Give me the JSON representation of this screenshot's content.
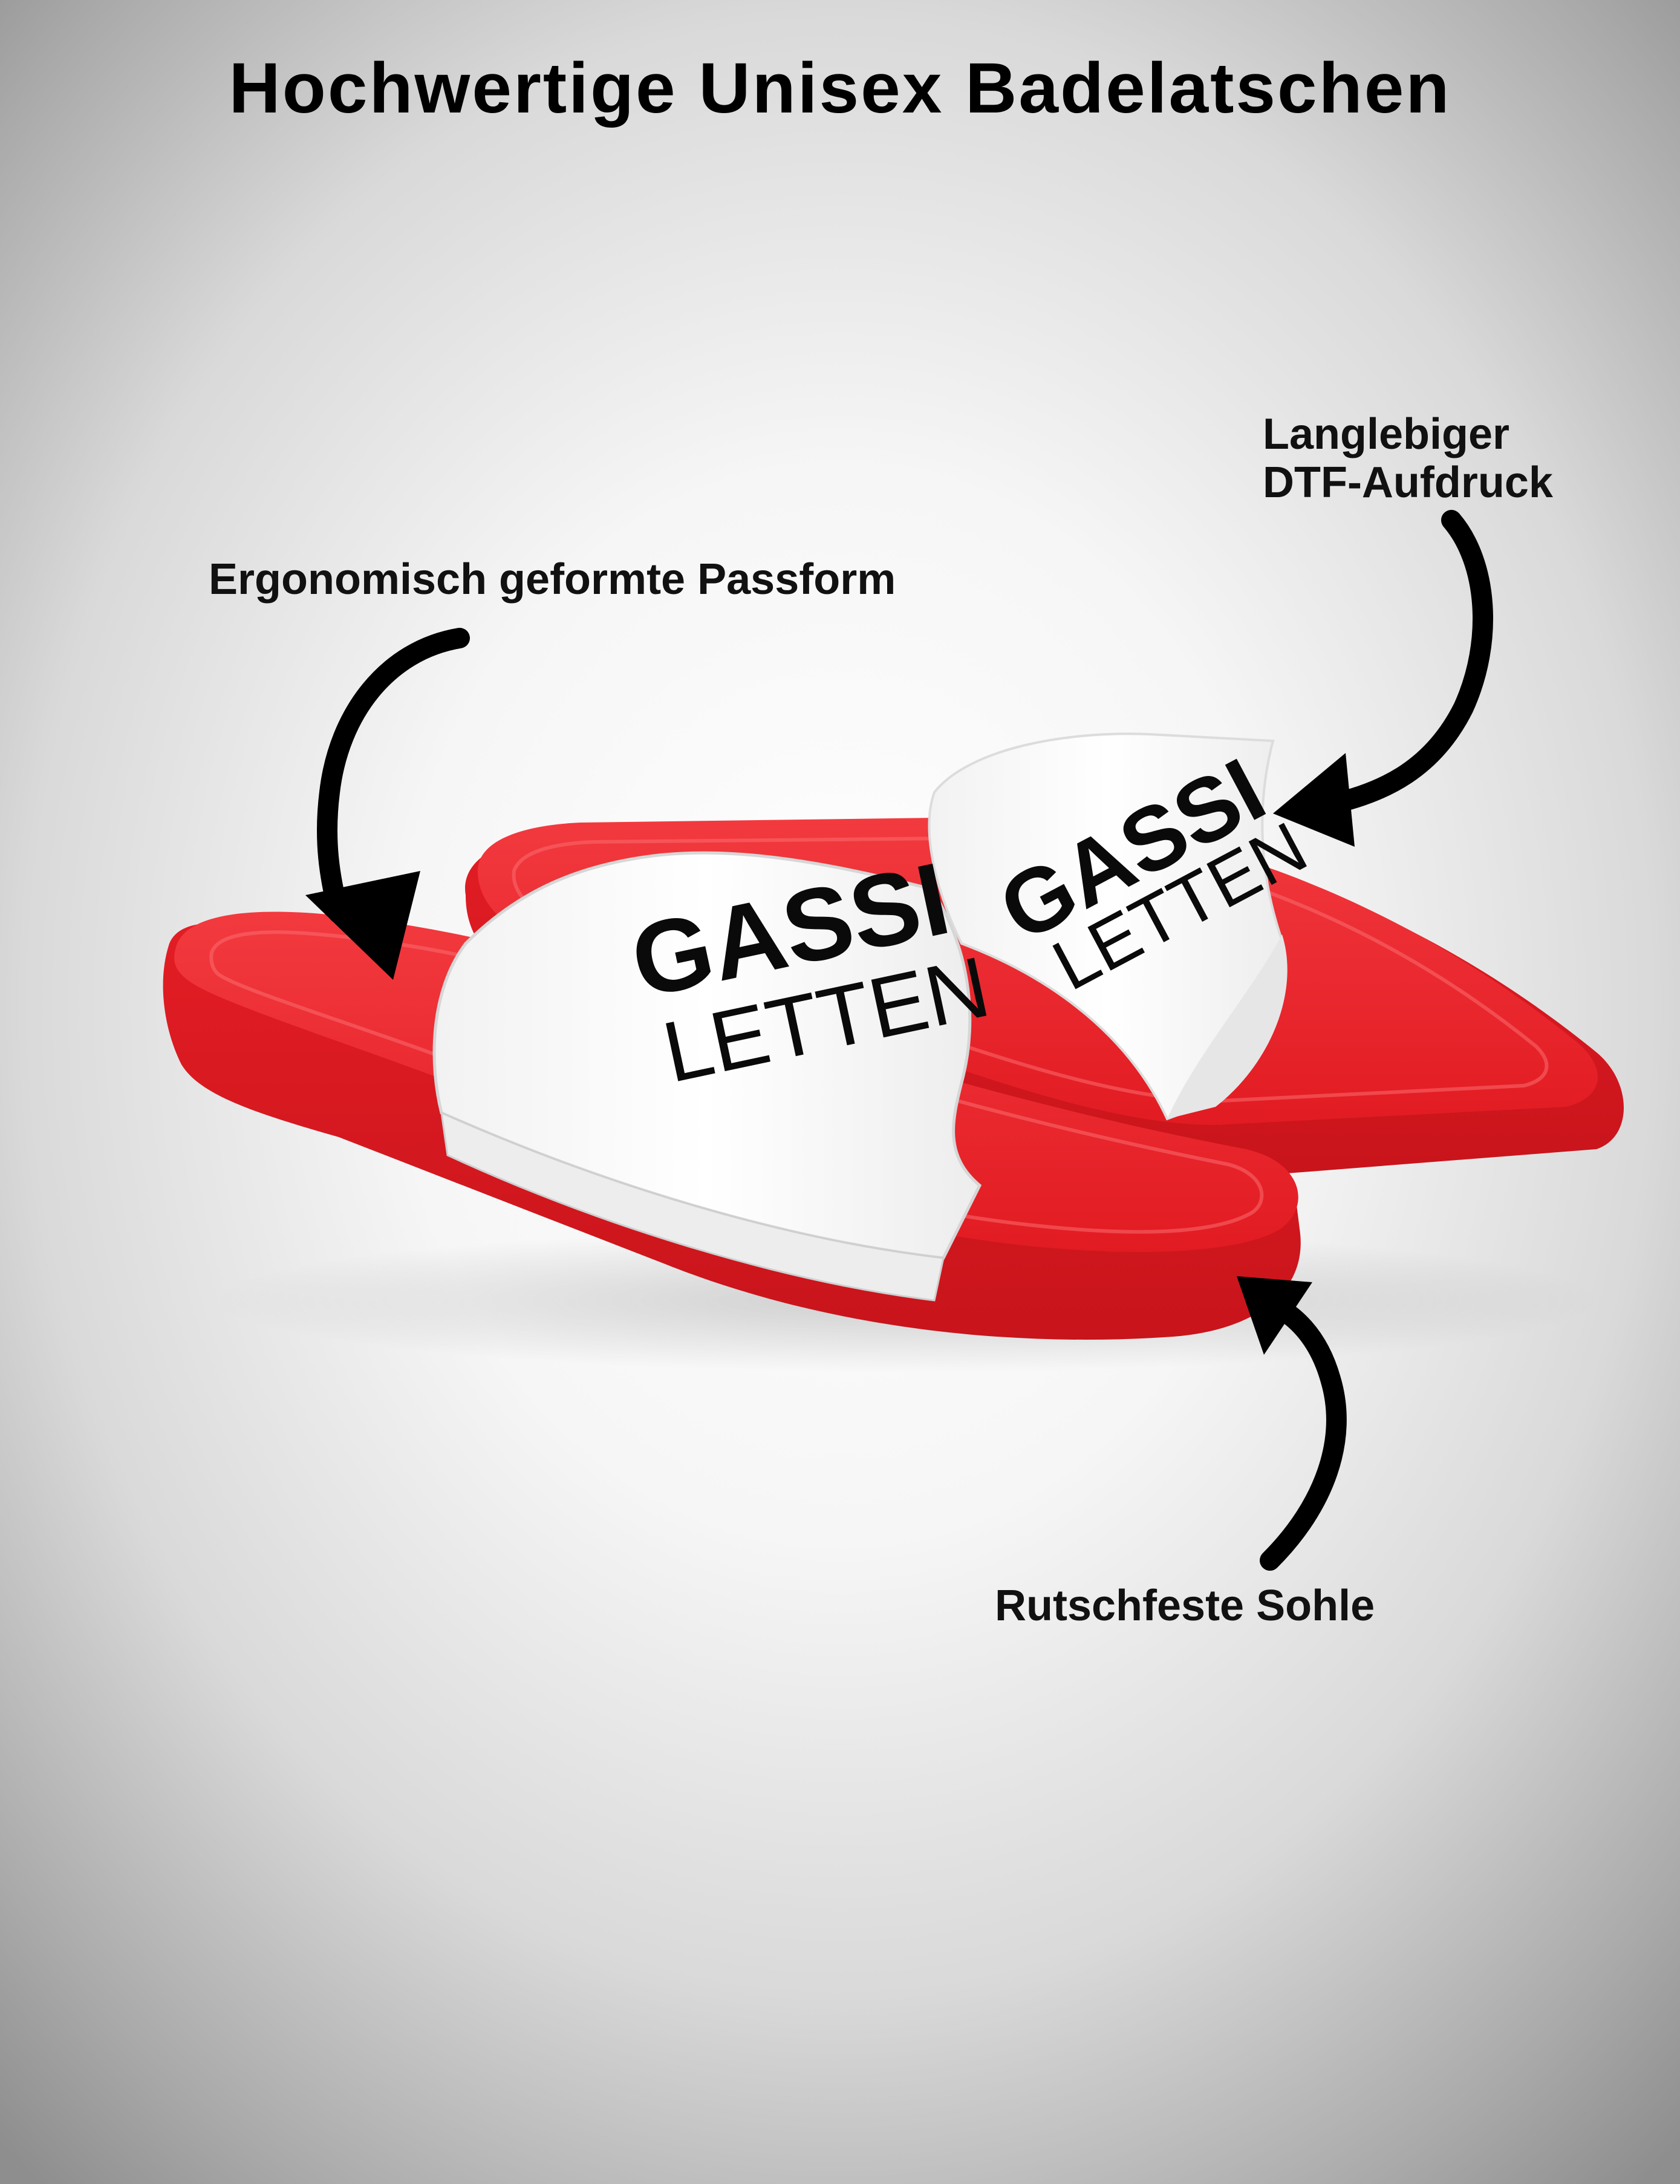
{
  "title": "Hochwertige Unisex Badelatschen",
  "callouts": {
    "fit": "Ergonomisch geformte Passform",
    "print_line1": "Langlebiger",
    "print_line2": "DTF-Aufdruck",
    "sole": "Rutschfeste Sohle"
  },
  "strap_print": {
    "line1": "GASSI",
    "line2": "LETTEN"
  },
  "colors": {
    "sole_red": "#ee2027",
    "strap_white": "#ffffff",
    "arrow": "#000000"
  },
  "icons": {
    "arrow_fit": "curved-arrow-down-icon",
    "arrow_print": "curved-arrow-left-icon",
    "arrow_sole": "curved-arrow-up-icon"
  }
}
